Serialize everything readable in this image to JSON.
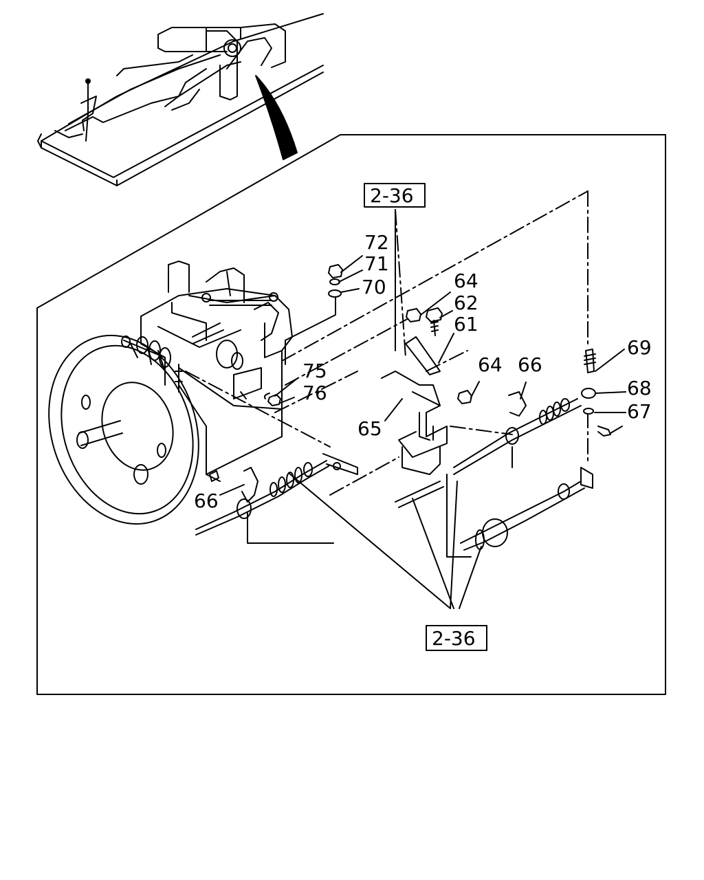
{
  "diagram": {
    "callouts": {
      "p61": "61",
      "p62": "62",
      "p64a": "64",
      "p64b": "64",
      "p65": "65",
      "p66a": "66",
      "p66b": "66",
      "p67": "67",
      "p68": "68",
      "p69": "69",
      "p70": "70",
      "p71": "71",
      "p72": "72",
      "p75": "75",
      "p76": "76"
    },
    "refs": {
      "top": "2-36",
      "bottom": "2-36"
    },
    "colors": {
      "line": "#000000",
      "background": "#ffffff"
    }
  }
}
